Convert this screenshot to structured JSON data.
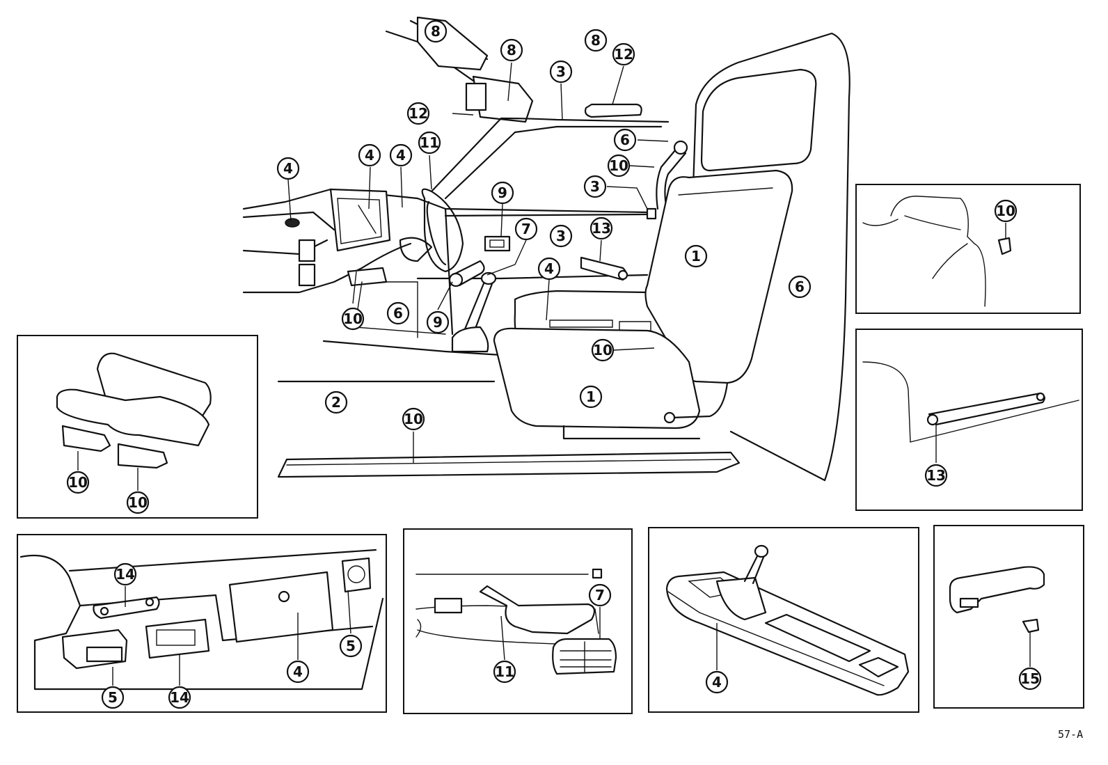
{
  "figure_code": "57-A",
  "callouts": [
    "1",
    "2",
    "3",
    "4",
    "5",
    "6",
    "7",
    "8",
    "9",
    "10",
    "11",
    "12",
    "13",
    "14",
    "15"
  ]
}
